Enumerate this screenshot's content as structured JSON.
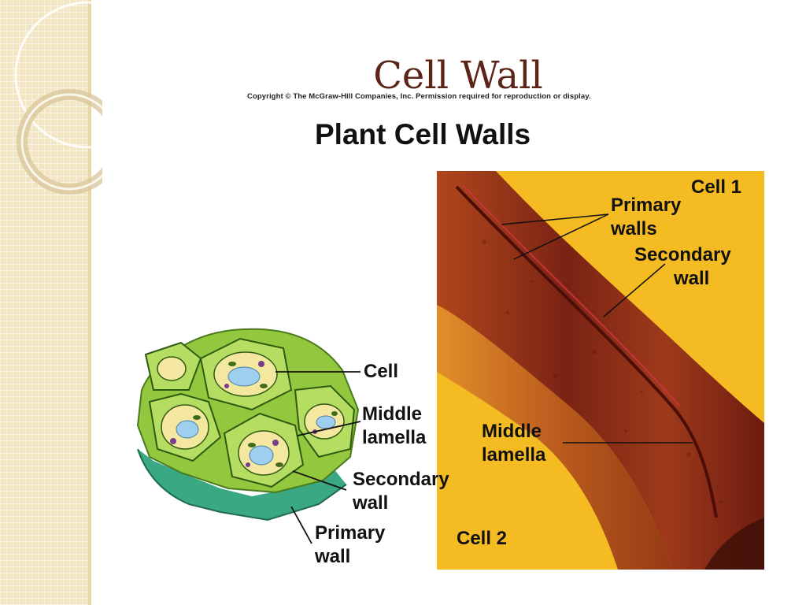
{
  "slide": {
    "title": "Cell Wall",
    "copyright": "Copyright © The McGraw-Hill Companies, Inc. Permission required for reproduction or display.",
    "figure_heading": "Plant Cell Walls"
  },
  "micrograph_labels": {
    "cell1": "Cell 1",
    "primary_walls_1": "Primary",
    "primary_walls_2": "walls",
    "secondary_wall_1": "Secondary",
    "secondary_wall_2": "wall",
    "middle_lamella_1": "Middle",
    "middle_lamella_2": "lamella",
    "cell2": "Cell 2"
  },
  "diagram_labels": {
    "cell": "Cell",
    "middle_lamella_1": "Middle",
    "middle_lamella_2": "lamella",
    "secondary_wall_1": "Secondary",
    "secondary_wall_2": "wall",
    "primary_wall_1": "Primary",
    "primary_wall_2": "wall"
  },
  "colors": {
    "title": "#5b2417",
    "sidebar": "#f3e6c4",
    "micrograph_background": "#f5bb22",
    "micrograph_wall": "#8a2a1a",
    "cell_green": "#93c83e",
    "cell_teal": "#3aa883"
  }
}
